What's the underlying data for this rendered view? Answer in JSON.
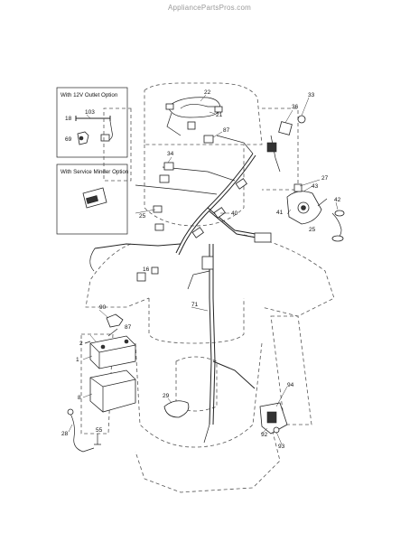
{
  "watermark": "AppliancePartsPros.com",
  "inset_boxes": {
    "outlet_option": {
      "title": "With 12V Outlet Option",
      "callouts": [
        "103",
        "18",
        "69"
      ]
    },
    "service_minder_option": {
      "title": "With Service Minder Option"
    }
  },
  "callouts": {
    "c22": "22",
    "c21": "21",
    "c33": "33",
    "c36": "36",
    "c87a": "87",
    "c34": "34",
    "c27": "27",
    "c43": "43",
    "c42": "42",
    "c41": "41",
    "c25a": "25",
    "c25b": "25",
    "c40": "40",
    "c16": "16",
    "c71": "71",
    "c90": "90",
    "c87b": "87",
    "c2": "2",
    "c1": "1",
    "c8": "8",
    "c29": "29",
    "c94": "94",
    "c92": "92",
    "c93": "93",
    "c28": "28",
    "c55": "55"
  },
  "colors": {
    "line": "#222222",
    "dashed_outline": "#555555",
    "watermark": "#9a9a9a"
  }
}
